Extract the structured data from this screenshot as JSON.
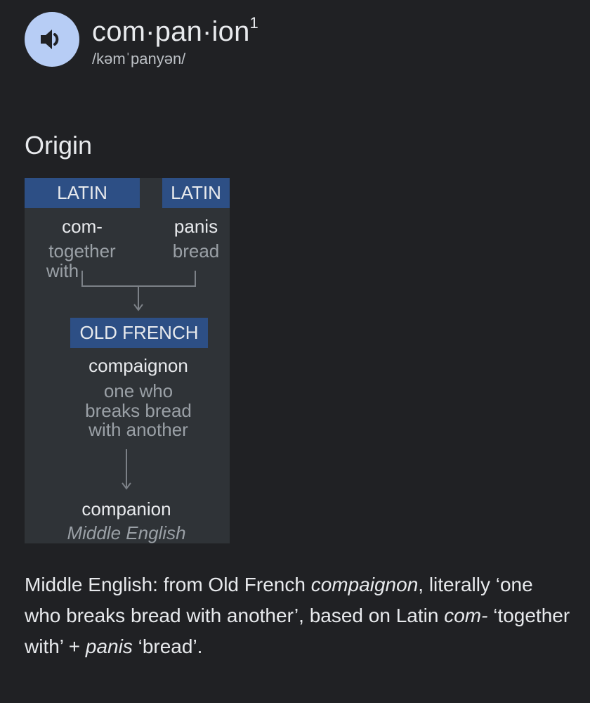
{
  "entry": {
    "word": "com·pan·ion",
    "superscript": "1",
    "phonetic": "/kəmˈpanyən/",
    "audio_icon": "speaker-icon"
  },
  "origin": {
    "heading": "Origin",
    "diagram": {
      "source_left": {
        "language": "LATIN",
        "form": "com-",
        "gloss_line1": "together",
        "gloss_line2": "with"
      },
      "source_right": {
        "language": "LATIN",
        "form": "panis",
        "gloss": "bread"
      },
      "intermediate": {
        "language": "OLD FRENCH",
        "form": "compaignon",
        "gloss_line1": "one who",
        "gloss_line2": "breaks bread",
        "gloss_line3": "with another"
      },
      "result": {
        "form": "companion",
        "language": "Middle English"
      }
    },
    "etymology": {
      "p1": "Middle English: from Old French ",
      "p2": "compaignon",
      "p3": ", literally ‘one who breaks bread with another’, based on Latin ",
      "p4": "com-",
      "p5": " ‘together with’ + ",
      "p6": "panis",
      "p7": " ‘bread’."
    }
  },
  "colors": {
    "background": "#202124",
    "speaker_button": "#b7cdf5",
    "diagram_panel": "#2f3337",
    "language_box": "#2d4f85"
  }
}
